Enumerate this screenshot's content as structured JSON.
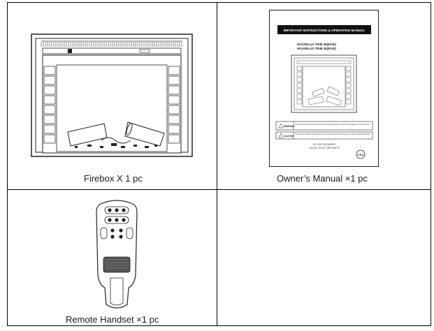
{
  "cells": [
    {
      "caption": "Firebox X 1 pc"
    },
    {
      "caption": "Owner’s Manual ×1 pc"
    },
    {
      "caption": "Remote Handset ×1 pc"
    },
    {
      "caption": ""
    }
  ],
  "manual": {
    "banner": "IMPORTANT INSTRUCTIONS & OPERATING MANUAL",
    "model_line_1": "HOUSELUX TRIM 36(EF36)",
    "model_line_2": "HOUSELUX TRIM 40(EF40)",
    "warning_label": "WARNING",
    "warning_text": "Read and understand this entire owner's manual, including all safety information before plugging in or using this product.",
    "caution_label": "CAUTION",
    "caution_text": "Keep this owner's manual for future reference. If you sell or give away this product, make sure this manual accompanies this product.",
    "footer_1": "NO VENT REQUIRED",
    "footer_2": "120V AC, 60 HZ, 1500 WATTS",
    "cert_mark": "CSA"
  }
}
